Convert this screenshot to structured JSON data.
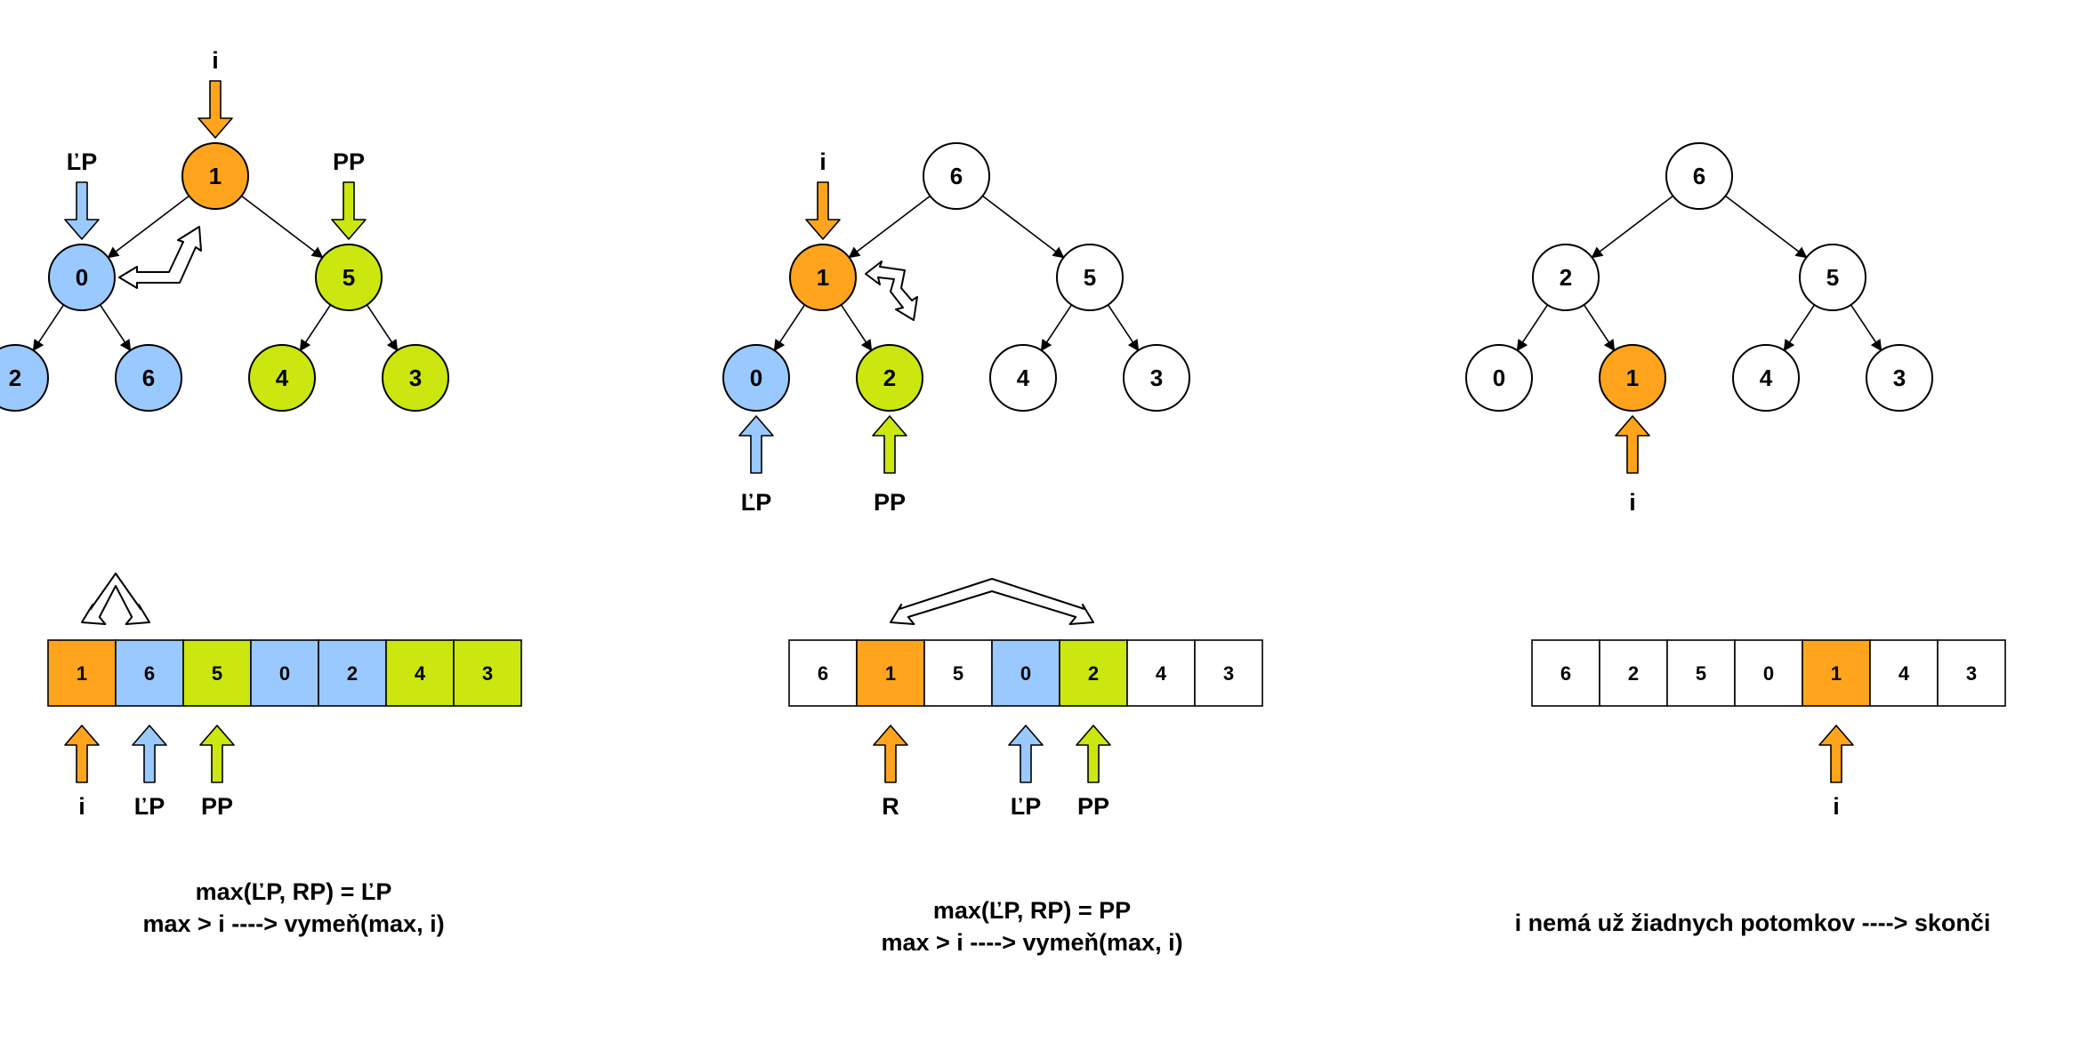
{
  "colors": {
    "orange": "#FFA41C",
    "blue": "#99C9FF",
    "green": "#CCE60F",
    "white": "#FFFFFF",
    "stroke": "#000000"
  },
  "panels": [
    {
      "tree": {
        "nodes": [
          {
            "value": "1",
            "fill": "orange"
          },
          {
            "value": "0",
            "fill": "blue"
          },
          {
            "value": "5",
            "fill": "green"
          },
          {
            "value": "2",
            "fill": "blue"
          },
          {
            "value": "6",
            "fill": "blue"
          },
          {
            "value": "4",
            "fill": "green"
          },
          {
            "value": "3",
            "fill": "green"
          }
        ],
        "pointers": [
          {
            "label": "i",
            "fill": "orange",
            "node": 0,
            "side": "top"
          },
          {
            "label": "ĽP",
            "fill": "blue",
            "node": 1,
            "side": "top"
          },
          {
            "label": "PP",
            "fill": "green",
            "node": 2,
            "side": "top"
          }
        ],
        "swap": {
          "from": 1,
          "to": 0
        }
      },
      "array": {
        "cells": [
          {
            "value": "1",
            "fill": "orange"
          },
          {
            "value": "6",
            "fill": "blue"
          },
          {
            "value": "5",
            "fill": "green"
          },
          {
            "value": "0",
            "fill": "blue"
          },
          {
            "value": "2",
            "fill": "blue"
          },
          {
            "value": "4",
            "fill": "green"
          },
          {
            "value": "3",
            "fill": "green"
          }
        ],
        "pointers": [
          {
            "label": "i",
            "fill": "orange",
            "cell": 0
          },
          {
            "label": "ĽP",
            "fill": "blue",
            "cell": 1
          },
          {
            "label": "PP",
            "fill": "green",
            "cell": 2
          }
        ],
        "swap": {
          "from": 0,
          "to": 1
        }
      },
      "caption": [
        "max(ĽP, RP) = ĽP",
        "max > i ----> vymeň(max, i)"
      ]
    },
    {
      "tree": {
        "nodes": [
          {
            "value": "6",
            "fill": "white"
          },
          {
            "value": "1",
            "fill": "orange"
          },
          {
            "value": "5",
            "fill": "white"
          },
          {
            "value": "0",
            "fill": "blue"
          },
          {
            "value": "2",
            "fill": "green"
          },
          {
            "value": "4",
            "fill": "white"
          },
          {
            "value": "3",
            "fill": "white"
          }
        ],
        "pointers": [
          {
            "label": "i",
            "fill": "orange",
            "node": 1,
            "side": "top"
          },
          {
            "label": "ĽP",
            "fill": "blue",
            "node": 3,
            "side": "bottom"
          },
          {
            "label": "PP",
            "fill": "green",
            "node": 4,
            "side": "bottom"
          }
        ],
        "swap": {
          "from": 4,
          "to": 1
        }
      },
      "array": {
        "cells": [
          {
            "value": "6",
            "fill": "white"
          },
          {
            "value": "1",
            "fill": "orange"
          },
          {
            "value": "5",
            "fill": "white"
          },
          {
            "value": "0",
            "fill": "blue"
          },
          {
            "value": "2",
            "fill": "green"
          },
          {
            "value": "4",
            "fill": "white"
          },
          {
            "value": "3",
            "fill": "white"
          }
        ],
        "pointers": [
          {
            "label": "R",
            "fill": "orange",
            "cell": 1
          },
          {
            "label": "ĽP",
            "fill": "blue",
            "cell": 3
          },
          {
            "label": "PP",
            "fill": "green",
            "cell": 4
          }
        ],
        "swap": {
          "from": 1,
          "to": 4
        }
      },
      "caption": [
        "max(ĽP, RP) = PP",
        "max > i ----> vymeň(max, i)"
      ]
    },
    {
      "tree": {
        "nodes": [
          {
            "value": "6",
            "fill": "white"
          },
          {
            "value": "2",
            "fill": "white"
          },
          {
            "value": "5",
            "fill": "white"
          },
          {
            "value": "0",
            "fill": "white"
          },
          {
            "value": "1",
            "fill": "orange"
          },
          {
            "value": "4",
            "fill": "white"
          },
          {
            "value": "3",
            "fill": "white"
          }
        ],
        "pointers": [
          {
            "label": "i",
            "fill": "orange",
            "node": 4,
            "side": "bottom"
          }
        ],
        "swap": null
      },
      "array": {
        "cells": [
          {
            "value": "6",
            "fill": "white"
          },
          {
            "value": "2",
            "fill": "white"
          },
          {
            "value": "5",
            "fill": "white"
          },
          {
            "value": "0",
            "fill": "white"
          },
          {
            "value": "1",
            "fill": "orange"
          },
          {
            "value": "4",
            "fill": "white"
          },
          {
            "value": "3",
            "fill": "white"
          }
        ],
        "pointers": [
          {
            "label": "i",
            "fill": "orange",
            "cell": 4
          }
        ],
        "swap": null
      },
      "caption": [
        "i nemá už žiadnych potomkov ----> skonči"
      ]
    }
  ]
}
